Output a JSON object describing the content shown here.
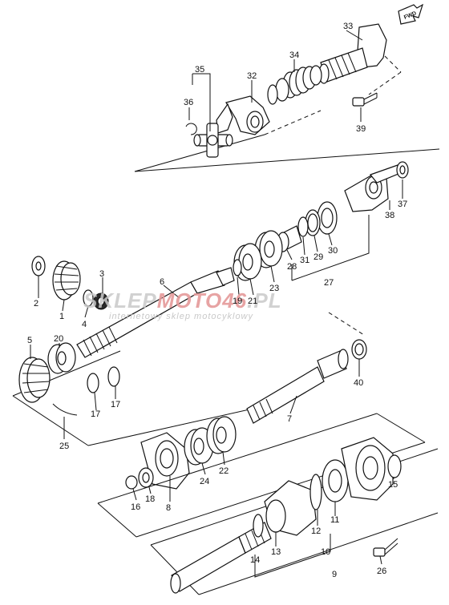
{
  "watermark": {
    "part_a": "SKLEP",
    "part_b": "MOTO46",
    "part_c": ".PL",
    "subtitle": "internetowy sklep motocyklowy"
  },
  "fwd_label": "FWD",
  "callouts": {
    "c1": "1",
    "c2": "2",
    "c3": "3",
    "c4": "4",
    "c5": "5",
    "c6": "6",
    "c7": "7",
    "c8": "8",
    "c9": "9",
    "c10": "10",
    "c11": "11",
    "c12": "12",
    "c13": "13",
    "c14": "14",
    "c15": "15",
    "c16": "16",
    "c17a": "17",
    "c17b": "17",
    "c18": "18",
    "c19": "19",
    "c20": "20",
    "c21": "21",
    "c22": "22",
    "c23": "23",
    "c24": "24",
    "c25": "25",
    "c26": "26",
    "c27": "27",
    "c28": "28",
    "c29": "29",
    "c30": "30",
    "c31": "31",
    "c32": "32",
    "c33": "33",
    "c34": "34",
    "c35": "35",
    "c36": "36",
    "c37": "37",
    "c38": "38",
    "c39": "39",
    "c40": "40"
  }
}
